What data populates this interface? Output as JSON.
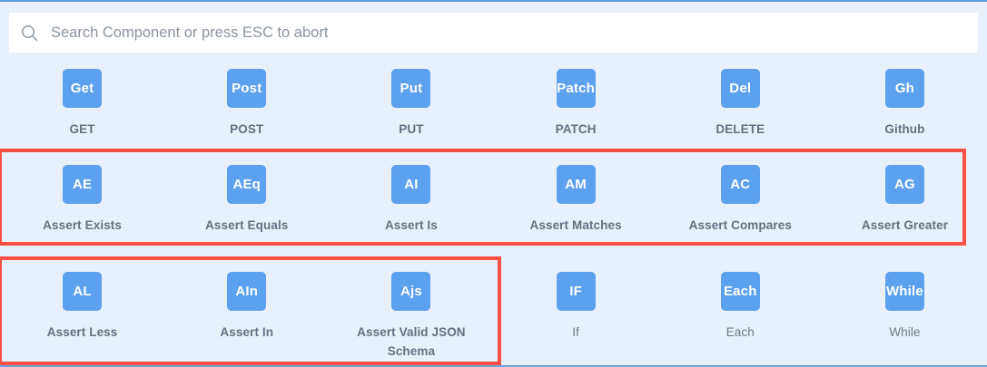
{
  "theme": {
    "panel_bg": "#e8f0fb",
    "tile_blue": "#5ba1ef",
    "caption_gray": "#657084",
    "highlight_red": "#fa4f43",
    "panel_border_blue": "#5b9ee0"
  },
  "search": {
    "placeholder": "Search Component or press ESC to abort",
    "value": "",
    "icon": "search-icon"
  },
  "palette": {
    "rows": [
      {
        "id": "http-methods",
        "highlighted": false,
        "items": [
          {
            "abbr": "Get",
            "label": "GET",
            "bold": true
          },
          {
            "abbr": "Post",
            "label": "POST",
            "bold": true
          },
          {
            "abbr": "Put",
            "label": "PUT",
            "bold": true
          },
          {
            "abbr": "Patch",
            "label": "PATCH",
            "bold": true
          },
          {
            "abbr": "Del",
            "label": "DELETE",
            "bold": true
          },
          {
            "abbr": "Gh",
            "label": "Github",
            "bold": true
          }
        ]
      },
      {
        "id": "assertions-a",
        "highlighted": true,
        "items": [
          {
            "abbr": "AE",
            "label": "Assert Exists",
            "bold": true
          },
          {
            "abbr": "AEq",
            "label": "Assert Equals",
            "bold": true
          },
          {
            "abbr": "AI",
            "label": "Assert Is",
            "bold": true
          },
          {
            "abbr": "AM",
            "label": "Assert Matches",
            "bold": true
          },
          {
            "abbr": "AC",
            "label": "Assert Compares",
            "bold": true
          },
          {
            "abbr": "AG",
            "label": "Assert Greater",
            "bold": true
          }
        ]
      },
      {
        "id": "assertions-b-and-control-flow",
        "highlighted": true,
        "items": [
          {
            "abbr": "AL",
            "label": "Assert Less",
            "bold": true
          },
          {
            "abbr": "AIn",
            "label": "Assert In",
            "bold": true
          },
          {
            "abbr": "Ajs",
            "label": "Assert Valid JSON Schema",
            "bold": true
          },
          {
            "abbr": "IF",
            "label": "If",
            "bold": false
          },
          {
            "abbr": "Each",
            "label": "Each",
            "bold": false
          },
          {
            "abbr": "While",
            "label": "While",
            "bold": false
          }
        ]
      }
    ]
  },
  "highlights": [
    {
      "name": "assert-group-highlight-top",
      "covers": "Assert Exists through Assert Greater"
    },
    {
      "name": "assert-group-highlight-bottom",
      "covers": "Assert Less through Assert Valid JSON Schema"
    }
  ]
}
